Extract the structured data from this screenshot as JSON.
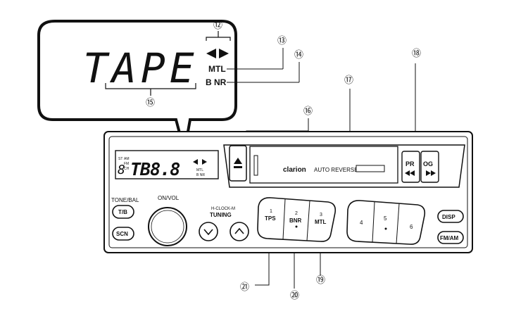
{
  "zoom_display": {
    "mode_text": "TAPE",
    "mtl_label": "MTL",
    "bnr_label": "B NR"
  },
  "callouts": {
    "c12": "⑫",
    "c13": "⑬",
    "c14": "⑭",
    "c15": "⑮",
    "c16": "⑯",
    "c17": "⑰",
    "c18": "⑱",
    "c19": "⑲",
    "c20": "⑳",
    "c21": "㉑"
  },
  "panel": {
    "lcd": {
      "st": "ST",
      "fm": "FM",
      "am": "AM",
      "ch": "CH",
      "digit": "8",
      "main": "TB8.8",
      "mtl": "MTL",
      "bnr": "B NR"
    },
    "cassette": {
      "brand": "clarion",
      "label": "AUTO REVERSE"
    },
    "pr_button": {
      "label": "PR",
      "icon": "rewind-icon"
    },
    "og_button": {
      "label": "OG",
      "icon": "fast-forward-icon"
    },
    "eject_icon": "eject-icon",
    "tone_bal_label": "TONE/BAL",
    "tb_button": "T/B",
    "scn_button": "SCN",
    "on_vol_label": "ON/VOL",
    "h_clock_m_label": "H-CLOCK-M",
    "tuning_label": "TUNING",
    "preset_1_num": "1",
    "preset_1_label": "TPS",
    "preset_2_num": "2",
    "preset_2_label": "BNR",
    "preset_3_num": "3",
    "preset_3_label": "MTL",
    "preset_4": "4",
    "preset_5": "5",
    "preset_6": "6",
    "disp_button": "DISP",
    "fmam_button": "FM/AM"
  }
}
